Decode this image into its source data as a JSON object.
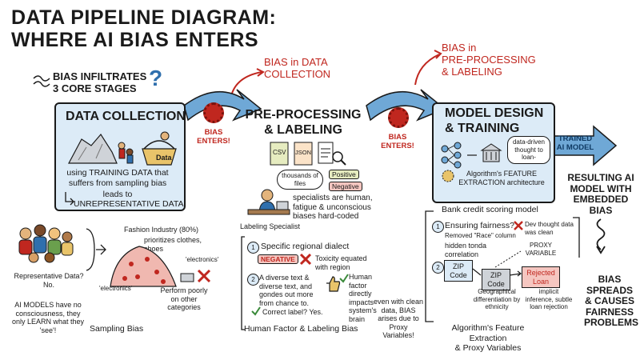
{
  "title": {
    "line1": "DATA PIPELINE DIAGRAM:",
    "line2": "WHERE AI BIAS ENTERS"
  },
  "intro": {
    "line1": "BIAS INFILTRATES",
    "line2": "3 CORE STAGES",
    "question_mark": "?"
  },
  "callouts": {
    "collection_line1": "BIAS in DATA",
    "collection_line2": "COLLECTION",
    "preprocessing_line1": "BIAS in",
    "preprocessing_line2": "PRE-PROCESSING",
    "preprocessing_line3": "& LABELING"
  },
  "bias_enters": {
    "line1": "BIAS",
    "line2": "ENTERS!"
  },
  "data_collection": {
    "title": "DATA COLLECTION",
    "basket_label": "Data",
    "text_line1": "using TRAINING DATA that",
    "text_line2": "suffers from sampling bias",
    "leads_to": "leads to",
    "result": "UNREPRESENTATIVE DATA",
    "representative": "Representative Data? No.",
    "ai_models": "AI MODELS have no consciousness, they only LEARN what they 'see'!",
    "fashion": "Fashion Industry (80%)",
    "prioritizes": "prioritizes clothes, shoes",
    "electronics_1": "'electronics'",
    "electronics_2": "'electronics'",
    "perform_poorly": "Perform poorly on other categories",
    "footer": "Sampling Bias"
  },
  "preprocessing": {
    "title_line1": "PRE-PROCESSING",
    "title_line2": "& LABELING",
    "file_csv": "CSV",
    "file_json": "JSON",
    "thousands": "thousands of files",
    "positive": "Positive",
    "negative": "Negative",
    "specialist": "Labeling Specialist",
    "specialists_note": "specialists are human, fatigue & unconscious biases hard-coded",
    "step1_num": "1",
    "step1_text": "Specific regional dialect",
    "negative_tag": "NEGATIVE",
    "toxicity": "Toxicity equated with region",
    "step2_num": "2",
    "step2_text": "A diverse text & diverse text, and gondes out more from chance to.",
    "human_factor": "Human factor directly impacts system's brain",
    "correct_label": "Correct label? Yes.",
    "footer": "Human Factor & Labeling Bias"
  },
  "model_design": {
    "title_line1": "MODEL DESIGN",
    "title_line2": "& TRAINING",
    "thought": "data-driven thought to loan-",
    "algorithm": "Algorithm's FEATURE EXTRACTION architecture",
    "trained_line1": "TRAINED",
    "trained_line2": "AI MODEL",
    "resulting": "RESULTING AI MODEL WITH EMBEDDED BIAS",
    "bank_model": "Bank credit scoring model",
    "step1_num": "1",
    "fairness": "Ensuring fairness?",
    "removed": "Removed \"Race\" column",
    "dev_thought": "Dev thought data was clean",
    "hidden": "hidden tonda correlation",
    "proxy": "PROXY VARIABLE",
    "step2_num": "2",
    "zip_line1": "ZIP",
    "zip_line2": "Code",
    "zip2_line1": "ZIP",
    "zip2_line2": "Code",
    "rejected_line1": "Rejected",
    "rejected_line2": "Loan",
    "geo": "Geographical differentiation by ethnicity",
    "implicit": "implicit inference, subtle loan rejection",
    "even_clean": "even with clean data, BIAS arises due to Proxy Variables!",
    "footer_line1": "Algorithm's Feature Extraction",
    "footer_line2": "& Proxy Variables",
    "spreads": "BIAS SPREADS & CAUSES FAIRNESS PROBLEMS"
  },
  "colors": {
    "blue_fill": "#dcebf7",
    "blue_arrow": "#6fa8d6",
    "red": "#c0271f",
    "yellow_tag": "#e6ecc0",
    "pink_tag": "#f5c6c0"
  }
}
